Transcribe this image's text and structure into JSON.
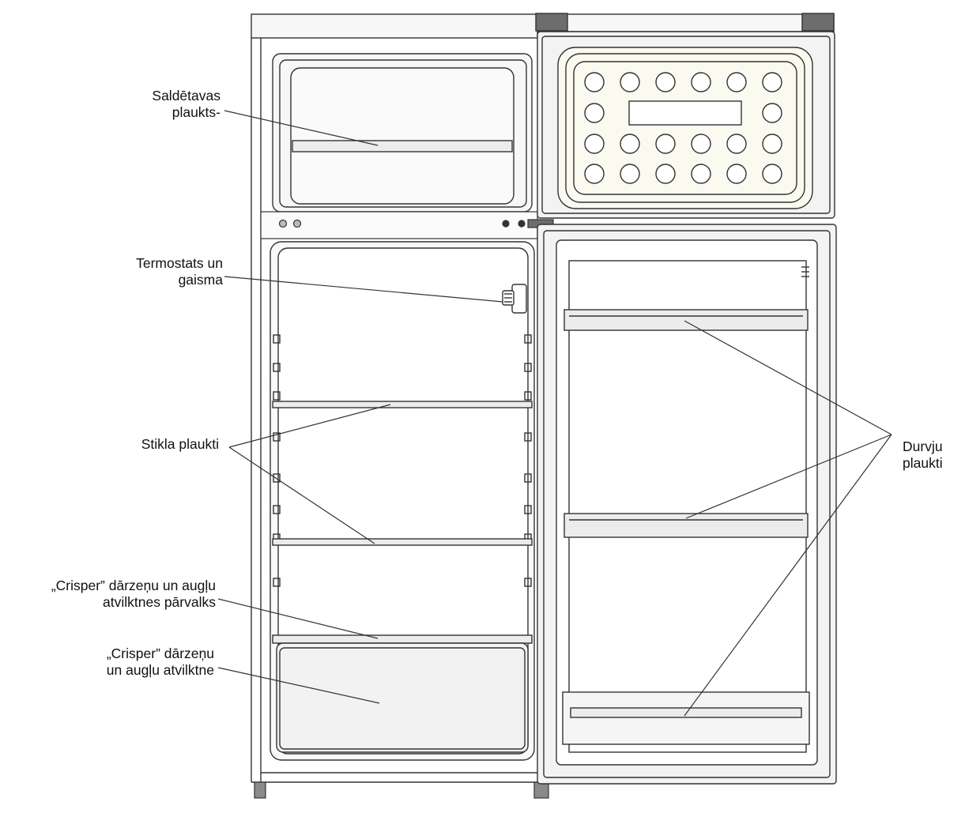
{
  "labels": {
    "freezer_shelf": {
      "line1": "Saldētavas",
      "line2": "plaukts-"
    },
    "thermostat": {
      "line1": "Termostats un",
      "line2": "gaisma"
    },
    "glass_shelves": {
      "line1": "Stikla plaukti"
    },
    "crisper_cover": {
      "line1": "„Crisper” dārzeņu un augļu",
      "line2": "atvilktnes pārvalks"
    },
    "crisper_drawer": {
      "line1": "„Crisper” dārzeņu",
      "line2": "un augļu atvilktne"
    },
    "door_shelves": {
      "line1": "Durvju",
      "line2": "plaukti"
    }
  },
  "colors": {
    "line": "#333333",
    "panel_fill": "#f7f7f7",
    "door_fill": "#f3f3f3",
    "crisper_fill": "#f2f2f2",
    "shelf_fill": "#ececec",
    "foot_fill": "#8a8a8a",
    "hinge_fill": "#6d6d6d",
    "egg_tray_fill": "#fbfaf0"
  },
  "icons": {
    "egg_tray": "egg-tray-icon",
    "thermostat_knob": "thermostat-knob-icon",
    "control_buttons": "control-button-icon"
  }
}
